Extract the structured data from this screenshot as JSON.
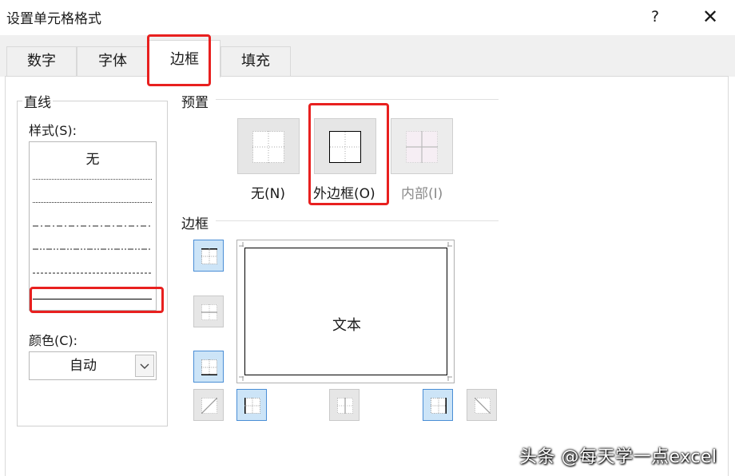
{
  "window": {
    "title": "设置单元格格式",
    "help": "?",
    "close": "✕"
  },
  "tabs": [
    "数字",
    "字体",
    "边框",
    "填充"
  ],
  "active_tab": "边框",
  "line_group": {
    "title": "直线",
    "style_label": "样式(S):",
    "style_none": "无",
    "style_items": [
      "hair-dotted",
      "dotted",
      "dash-dot",
      "dash-dot-dot",
      "dashed",
      "thin-solid (selected)"
    ],
    "color_label": "颜色(C):",
    "color_value": "自动"
  },
  "presets": {
    "title": "预置",
    "items": [
      {
        "label": "无(N)",
        "enabled": true
      },
      {
        "label": "外边框(O)",
        "enabled": true
      },
      {
        "label": "内部(I)",
        "enabled": false
      }
    ]
  },
  "border": {
    "title": "边框",
    "preview_text": "文本",
    "buttons": [
      {
        "name": "top-border",
        "active": true
      },
      {
        "name": "inside-horizontal",
        "active": false
      },
      {
        "name": "bottom-border",
        "active": true
      },
      {
        "name": "diagonal-up",
        "active": false
      },
      {
        "name": "left-border",
        "active": true
      },
      {
        "name": "inside-vertical",
        "active": false
      },
      {
        "name": "right-border",
        "active": true
      },
      {
        "name": "diagonal-down",
        "active": false
      }
    ]
  },
  "watermark": "头条 @每天学一点excel",
  "colors": {
    "highlight": "#e8201f",
    "active_button": "#cce4f7",
    "active_border": "#4a8ed6"
  }
}
